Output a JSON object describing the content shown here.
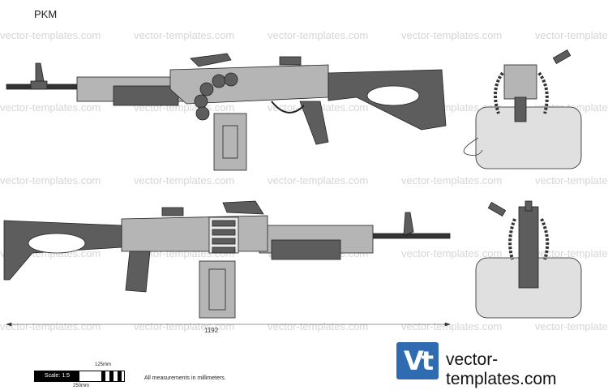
{
  "title": "PKM",
  "watermark": "vector-templates.com",
  "dimension": {
    "length_label": "1192"
  },
  "scale": {
    "label": "Scale: 1:5",
    "half_label": "125mm",
    "full_label": "250mm"
  },
  "measure_note": "All measurements in millimeters.",
  "brand": {
    "logo_letters": "Vt",
    "name": "vector-templates.com",
    "color": "#2e6bb0"
  },
  "colors": {
    "body": "#b5b5b5",
    "dark": "#5d5d5d",
    "ammo_box": "#e0e0e0"
  }
}
